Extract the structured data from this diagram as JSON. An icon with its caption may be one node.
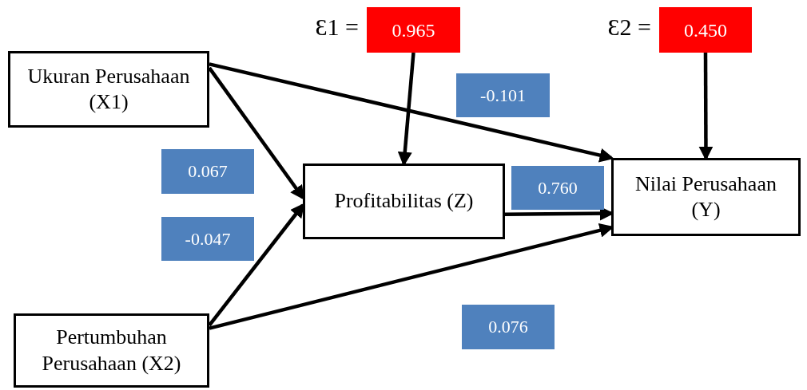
{
  "diagram": {
    "nodes": [
      {
        "text": [
          "Ukuran Perusahaan (X1)"
        ]
      },
      {
        "text": [
          "Pertumbuhan Perusahaan (X2)"
        ]
      },
      {
        "text": [
          "Profitabilitas (Z)"
        ]
      },
      {
        "text": [
          "Nilai Perusahaan (Y)"
        ]
      },
      {
        "text": [
          "0.965"
        ],
        "beside": [
          "Ɛ1 ="
        ]
      },
      {
        "text": [
          "0.450"
        ],
        "beside": [
          "Ɛ2 ="
        ]
      },
      {
        "text": [
          "-0.101"
        ]
      },
      {
        "text": [
          "0.067"
        ]
      },
      {
        "text": [
          "-0.047"
        ]
      },
      {
        "text": [
          "0.760"
        ]
      },
      {
        "text": [
          "0.076"
        ]
      }
    ],
    "edges": [
      {
        "from": 0,
        "to": 2,
        "arrow": "to"
      },
      {
        "from": 0,
        "to": 3,
        "arrow": "to"
      },
      {
        "from": 1,
        "to": 2,
        "arrow": "to"
      },
      {
        "from": 1,
        "to": 3,
        "arrow": "to"
      },
      {
        "from": 2,
        "to": 3,
        "arrow": "to"
      },
      {
        "from": 4,
        "to": 2,
        "arrow": "to"
      },
      {
        "from": 5,
        "to": 3,
        "arrow": "to"
      }
    ]
  }
}
